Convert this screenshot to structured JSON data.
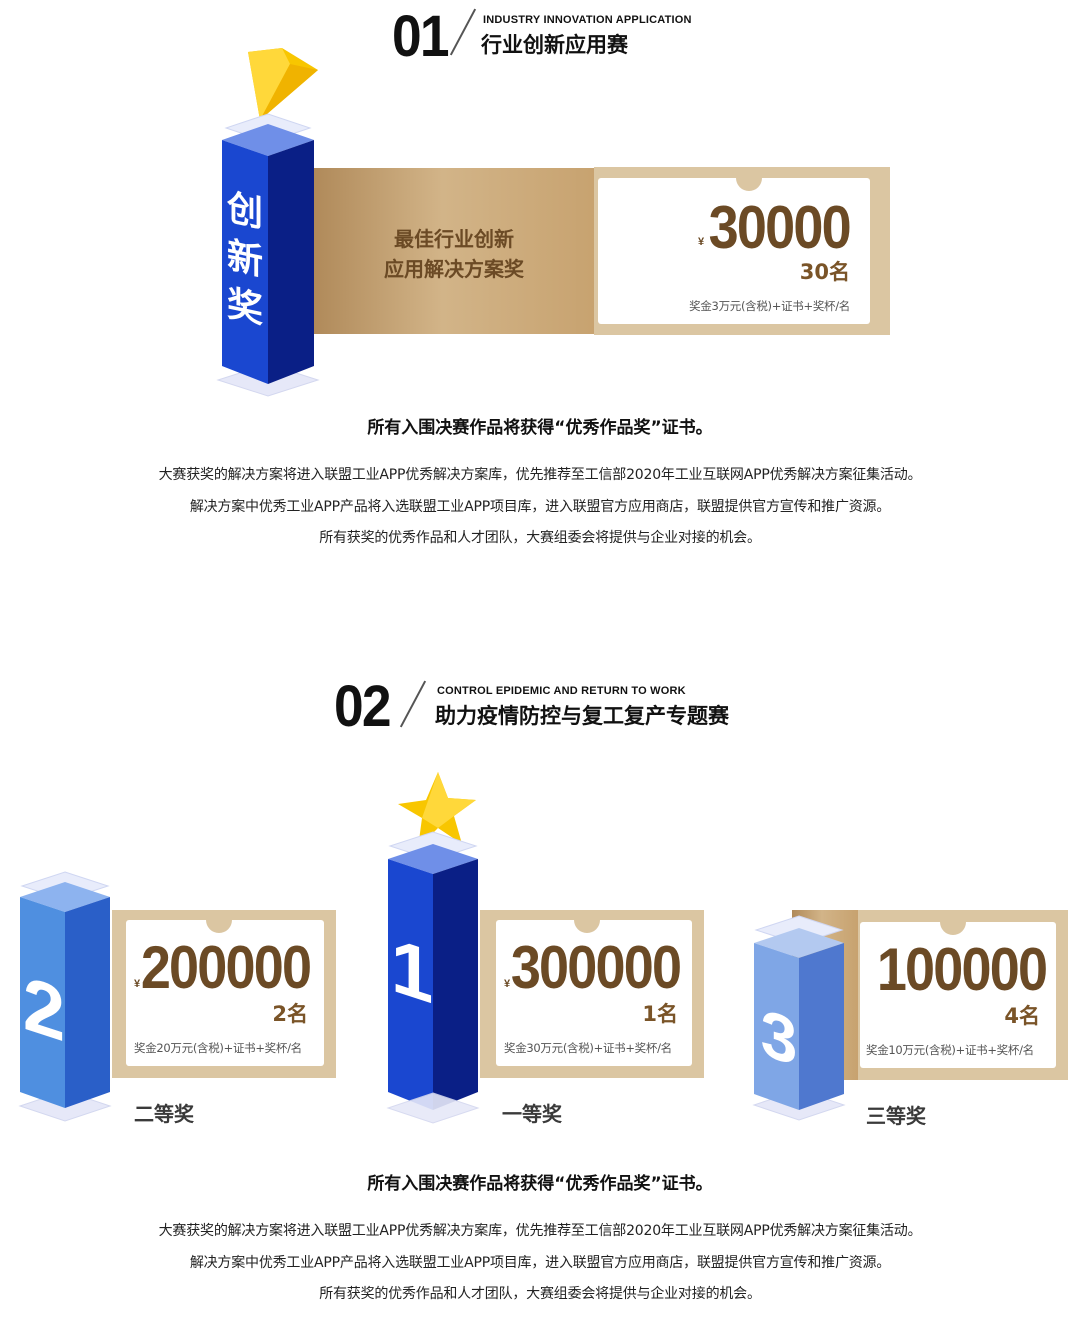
{
  "section1": {
    "number": "01",
    "english_title": "INDUSTRY INNOVATION APPLICATION",
    "chinese_title": "行业创新应用赛",
    "pillar_chars": [
      "创",
      "新",
      "奖"
    ],
    "award_name_line1": "最佳行业创新",
    "award_name_line2": "应用解决方案奖",
    "currency": "¥",
    "amount": "30000",
    "count": "30名",
    "detail": "奖金3万元(含税)+证书+奖杯/名",
    "note_bold": "所有入围决赛作品将获得“优秀作品奖”证书。",
    "notes": [
      "大赛获奖的解决方案将进入联盟工业APP优秀解决方案库，优先推荐至工信部2020年工业互联网APP优秀解决方案征集活动。",
      "解决方案中优秀工业APP产品将入选联盟工业APP项目库，进入联盟官方应用商店，联盟提供官方宣传和推广资源。",
      "所有获奖的优秀作品和人才团队，大赛组委会将提供与企业对接的机会。"
    ]
  },
  "section2": {
    "number": "02",
    "english_title": "CONTROL EPIDEMIC AND RETURN TO WORK",
    "chinese_title": "助力疫情防控与复工复产专题赛",
    "prizes": [
      {
        "rank_digit": "2",
        "currency": "¥",
        "amount": "200000",
        "count": "2名",
        "detail": "奖金20万元(含税)+证书+奖杯/名",
        "label": "二等奖"
      },
      {
        "rank_digit": "1",
        "currency": "¥",
        "amount": "300000",
        "count": "1名",
        "detail": "奖金30万元(含税)+证书+奖杯/名",
        "label": "一等奖"
      },
      {
        "rank_digit": "3",
        "currency": "¥",
        "amount": "100000",
        "count": "4名",
        "detail": "奖金10万元(含税)+证书+奖杯/名",
        "label": "三等奖"
      }
    ],
    "note_bold": "所有入围决赛作品将获得“优秀作品奖”证书。",
    "notes": [
      "大赛获奖的解决方案将进入联盟工业APP优秀解决方案库，优先推荐至工信部2020年工业互联网APP优秀解决方案征集活动。",
      "解决方案中优秀工业APP产品将入选联盟工业APP项目库，进入联盟官方应用商店，联盟提供官方宣传和推广资源。",
      "所有获奖的优秀作品和人才团队，大赛组委会将提供与企业对接的机会。"
    ]
  },
  "colors": {
    "gold_dark": "#b08a5a",
    "gold_light": "#dbc6a2",
    "brown_text": "#6b4a25",
    "blue_dark": "#0b2fa8",
    "blue_mid": "#1f55d6",
    "blue_light": "#5b95e0",
    "yellow": "#f5c400"
  }
}
